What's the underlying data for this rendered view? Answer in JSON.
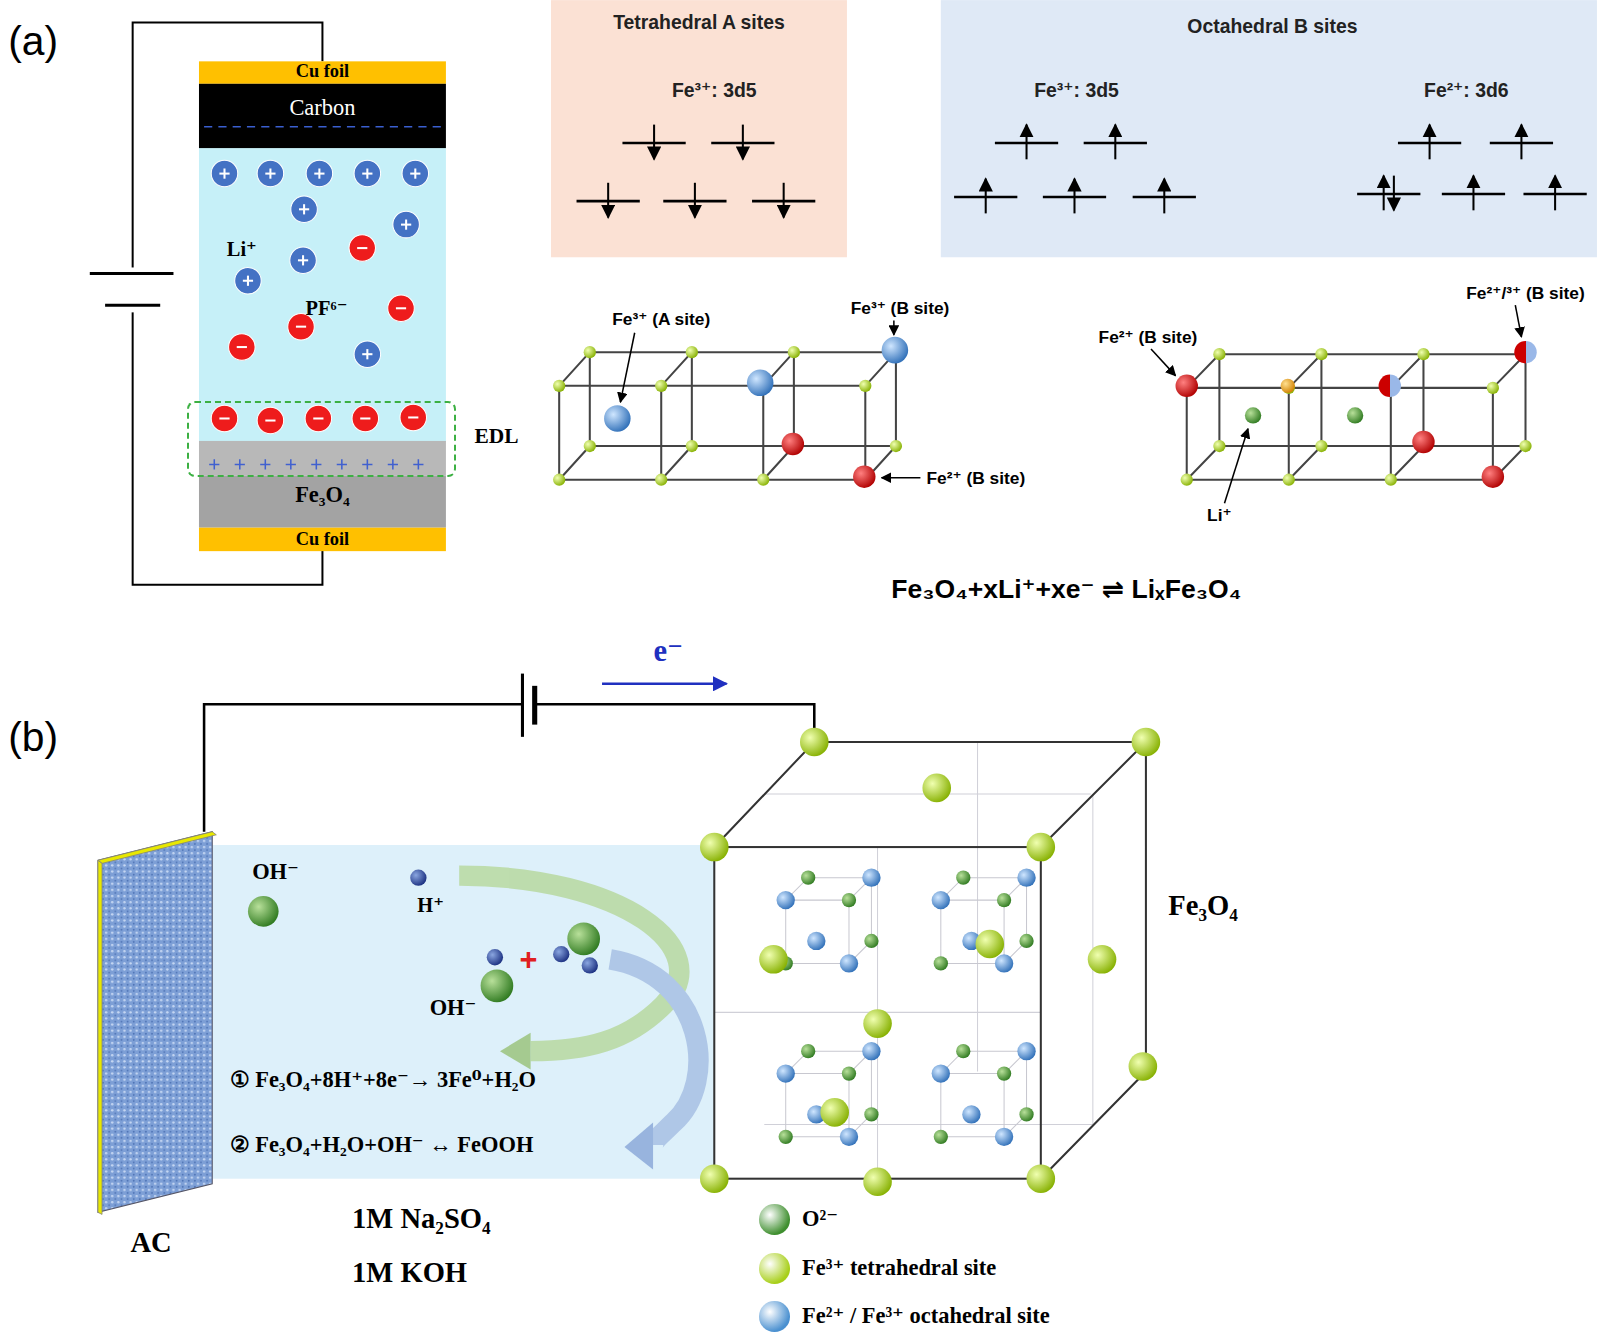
{
  "diagram": {
    "nodes": [
      {
        "text": [
          "Cu foil"
        ]
      },
      {
        "text": [
          "Carbon"
        ]
      },
      {
        "text": [
          "EDL"
        ]
      },
      {
        "text": [
          "Fe₃O₄"
        ]
      },
      {
        "text": [
          "Cu foil"
        ]
      },
      {
        "text": [
          "Tetrahedral A sites",
          "Fe³⁺: 3d5"
        ]
      },
      {
        "text": [
          "Octahedral B sites",
          "Fe³⁺: 3d5",
          "Fe²⁺: 3d6"
        ]
      }
    ],
    "edges": [
      {
        "from": 0,
        "to": 4,
        "arrow": "none"
      }
    ],
    "labels": [
      "(a)",
      "Li⁺",
      "PF⁶⁻",
      "Fe³⁺ (A site)",
      "Fe³⁺ (B site)",
      "Fe²⁺ (B site)",
      "Fe²⁺ (B site)",
      "Fe²⁺/³⁺ (B site)",
      "Li⁺",
      "Fe₃O₄+xLi⁺+xe⁻ ⇌ LiₓFe₃O₄",
      "(b)",
      "e⁻",
      "OH⁻",
      "H⁺",
      "+",
      "OH⁻",
      "① Fe₃O₄+8H⁺+8e⁻→ 3Fe⁰+H₂O",
      "② Fe₃O₄+H₂O+OH⁻ ↔ FeOOH",
      "AC",
      "1M  Na₂SO₄",
      "1M  KOH",
      "Fe₃O₄"
    ],
    "legend": [
      {
        "text": "O²⁻",
        "color": "#3f8f2f"
      },
      {
        "text": "Fe³⁺ tetrahedral site",
        "color": "#a8cf1a"
      },
      {
        "text": "Fe²⁺ / Fe³⁺ octahedral site",
        "color": "#4a90d0"
      }
    ]
  }
}
